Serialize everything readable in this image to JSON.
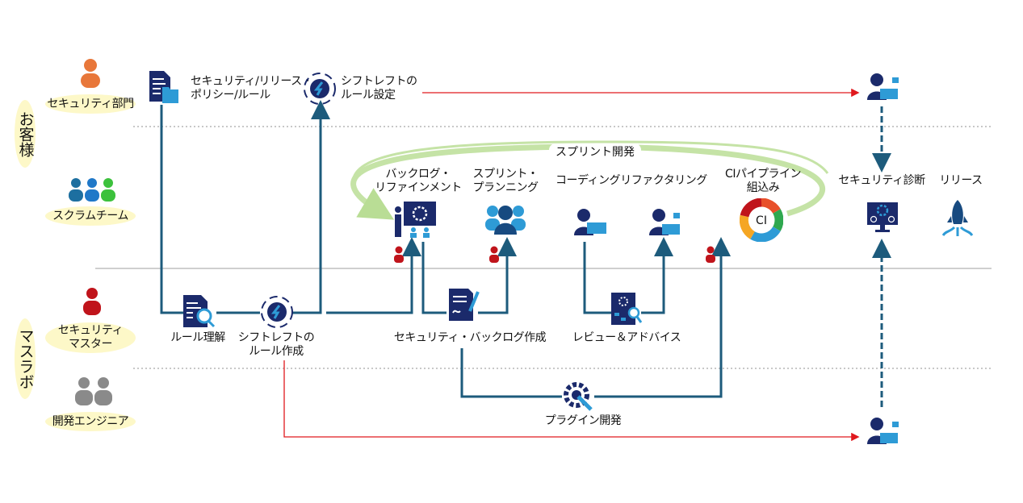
{
  "sections": {
    "customer": "お客様",
    "maslab": "マスラボ"
  },
  "roles": {
    "security_dept": "セキュリティ部門",
    "scrum_team": "スクラムチーム",
    "security_master": [
      "セキュリティ",
      "マスター"
    ],
    "dev_engineer": "開発エンジニア"
  },
  "steps": {
    "policy": [
      "セキュリティ/リリース・",
      "ポリシー/ルール"
    ],
    "shiftleft_setting": [
      "シフトレフトの",
      "ルール設定"
    ],
    "sprint_dev": "スプリント開発",
    "backlog_refinement": [
      "バックログ・",
      "リファインメント"
    ],
    "sprint_planning": [
      "スプリント・",
      "プランニング"
    ],
    "coding": "コーディング",
    "refactoring": "リファクタリング",
    "ci_pipeline": [
      "CIパイプライン",
      "組込み"
    ],
    "ci_badge": "CI",
    "security_diagnosis": "セキュリティ診断",
    "release": "リリース",
    "rule_understanding": "ルール理解",
    "shiftleft_creation": [
      "シフトレフトの",
      "ルール作成"
    ],
    "security_backlog": "セキュリティ・バックログ作成",
    "review_advice": "レビュー＆アドバイス",
    "plugin_dev": "プラグイン開発"
  },
  "colors": {
    "flow": "#1d5b7c",
    "handoff": "#e0191e",
    "sprint_arc": "#c5e3a6",
    "highlight": "#fdf8c8",
    "navy": "#1b2a6b",
    "accent_blue": "#2e9bd6",
    "security_dept": "#e8773a",
    "security_master": "#c0141b",
    "dev_engineer": "#8a8a8a"
  }
}
